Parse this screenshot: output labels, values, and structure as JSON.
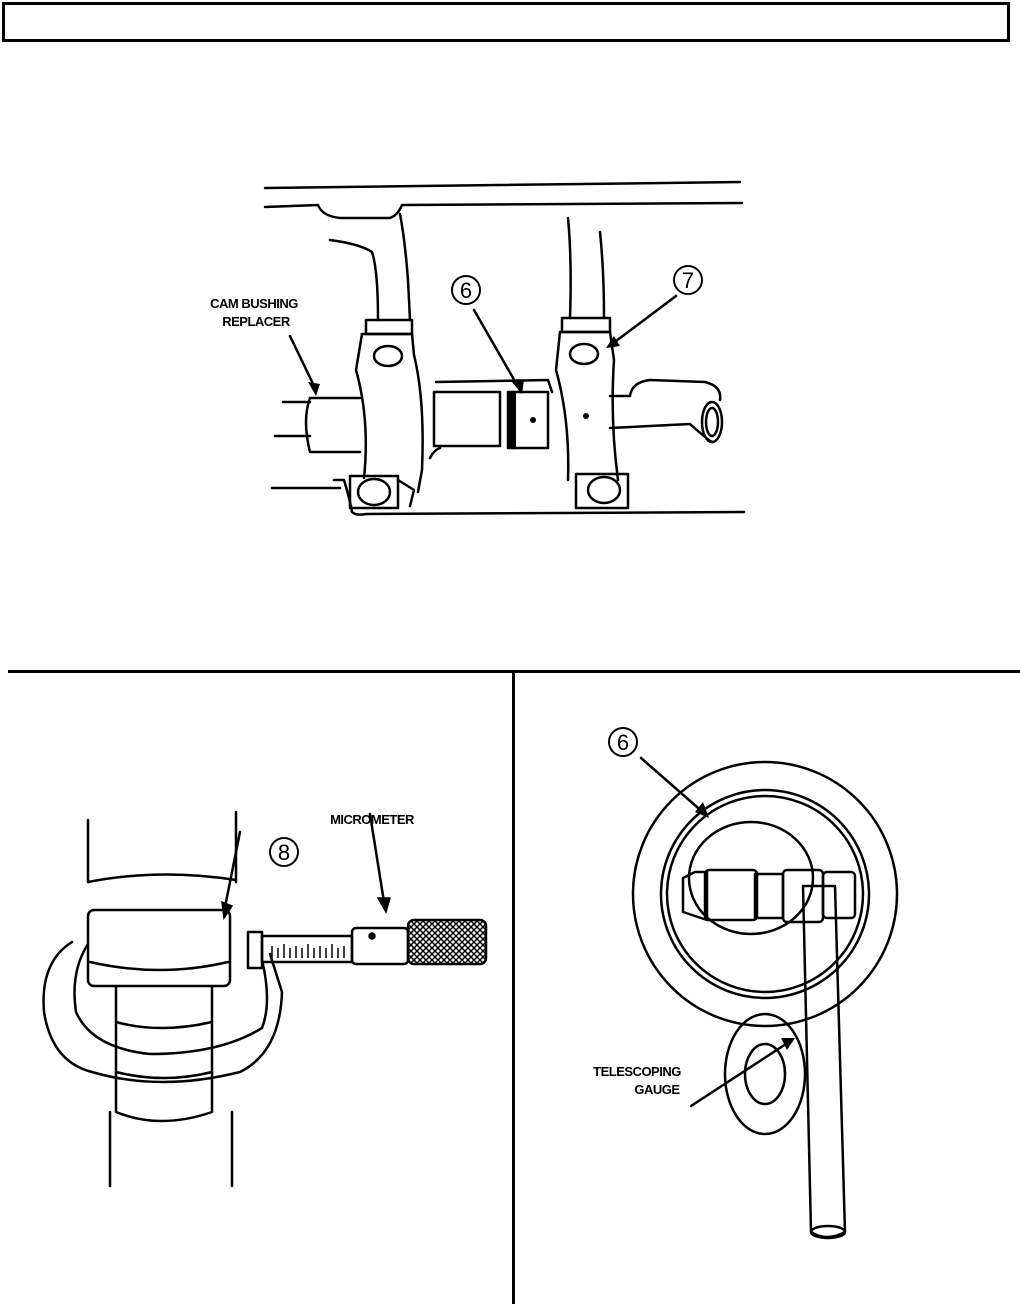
{
  "top_figure": {
    "label_tool": [
      "CAM BUSHING",
      "REPLACER"
    ],
    "callout_a": "6",
    "callout_b": "7"
  },
  "left_figure": {
    "label_tool": "MICROMETER",
    "callout": "8"
  },
  "right_figure": {
    "label_tool": [
      "TELESCOPING",
      "GAUGE"
    ],
    "callout": "6"
  }
}
